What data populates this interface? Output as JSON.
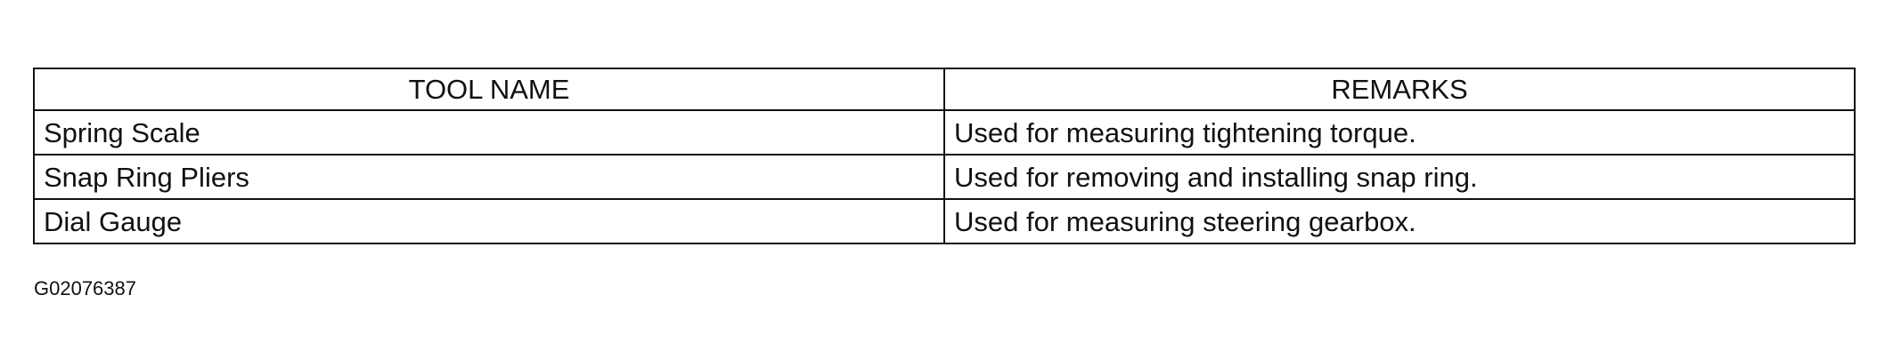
{
  "table": {
    "headers": [
      "TOOL NAME",
      "REMARKS"
    ],
    "rows": [
      [
        "Spring Scale",
        "Used for measuring tightening torque."
      ],
      [
        "Snap Ring Pliers",
        "Used for removing and installing snap ring."
      ],
      [
        "Dial Gauge",
        "Used for measuring steering gearbox."
      ]
    ]
  },
  "figure_id": "G02076387"
}
